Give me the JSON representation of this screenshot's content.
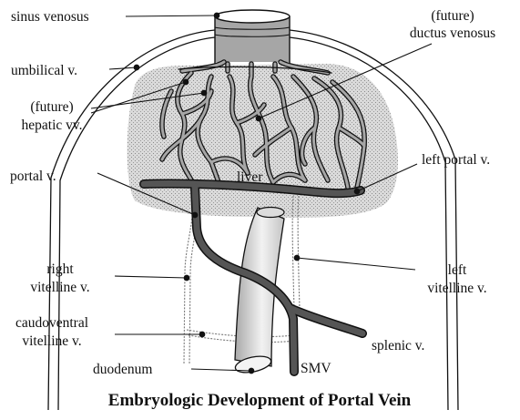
{
  "title": "Embryologic Development of Portal Vein",
  "labels": {
    "sinus_venosus": "sinus venosus",
    "future_dv_1": "(future)",
    "future_dv_2": "ductus venosus",
    "umbilical_v": "umbilical v.",
    "future_hv_1": "(future)",
    "future_hv_2": "hepatic vv.",
    "portal_v": "portal v.",
    "liver": "liver",
    "left_portal_v": "left portal v.",
    "right_vitelline_1": "right",
    "right_vitelline_2": "vitelline v.",
    "left_vitelline_1": "left",
    "left_vitelline_2": "vitelline v.",
    "caudoventral_1": "caudoventral",
    "caudoventral_2": "vitelline v.",
    "splenic_v": "splenic v.",
    "duodenum": "duodenum",
    "smv": "SMV"
  },
  "colors": {
    "line": "#111111",
    "liver_fill": "#d6d6d6",
    "vein_fill": "#a6a6a6",
    "portal_vein": "#555555",
    "duodenum_light": "#f2f2f2",
    "duodenum_dark": "#a8a8a8"
  }
}
